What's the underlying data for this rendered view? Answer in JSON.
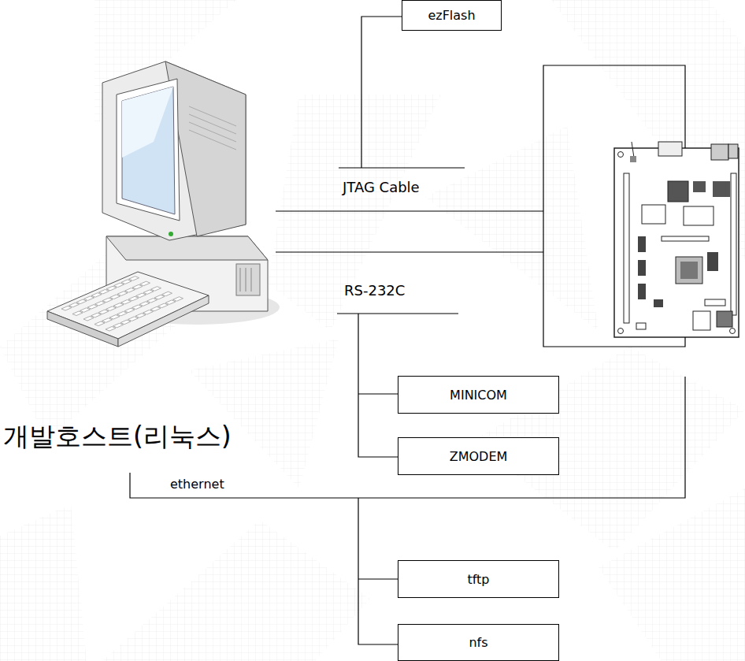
{
  "diagram": {
    "nodes": [
      {
        "text": [
          "ezFlash"
        ]
      },
      {
        "text": [
          "MINICOM"
        ]
      },
      {
        "text": [
          "ZMODEM"
        ]
      },
      {
        "text": [
          "tftp"
        ]
      },
      {
        "text": [
          "nfs"
        ]
      }
    ],
    "labels": [
      "JTAG Cable",
      "RS-232C",
      "개발호스트(리눅스)",
      "ethernet"
    ]
  }
}
